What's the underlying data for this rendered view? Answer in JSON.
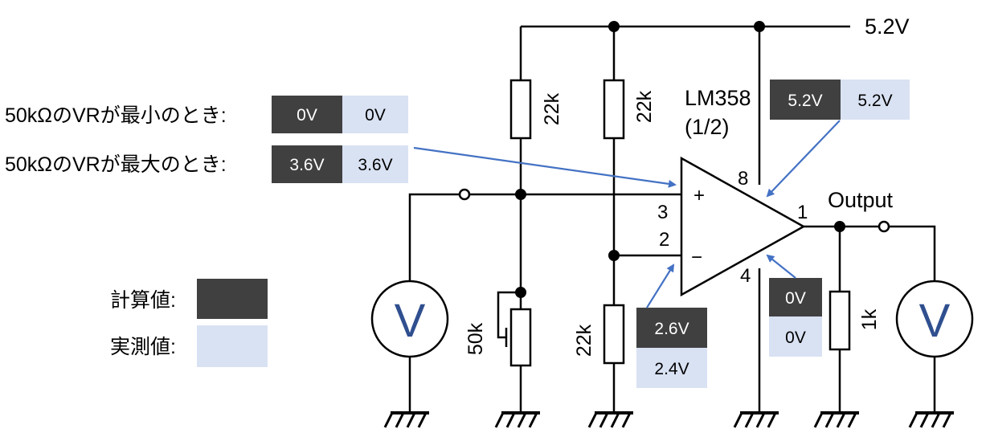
{
  "supply": {
    "label": "5.2V"
  },
  "opamp": {
    "name": "LM358",
    "unit": "(1/2)",
    "plus": "+",
    "minus": "−",
    "pins": {
      "p1": "1",
      "p2": "2",
      "p3": "3",
      "p4": "4",
      "p8": "8"
    }
  },
  "output": {
    "label": "Output"
  },
  "resistors": {
    "r1": "22k",
    "r2": "22k",
    "r3": "22k",
    "load": "1k",
    "vr": "50k"
  },
  "meters": {
    "left": "V",
    "right": "V"
  },
  "conditions": {
    "min": {
      "label": "50kΩのVRが最小のとき:",
      "calc": "0V",
      "meas": "0V"
    },
    "max": {
      "label": "50kΩのVRが最大のとき:",
      "calc": "3.6V",
      "meas": "3.6V"
    }
  },
  "pin8": {
    "calc": "5.2V",
    "meas": "5.2V"
  },
  "pin2": {
    "calc": "2.6V",
    "meas": "2.4V"
  },
  "pin4": {
    "calc": "0V",
    "meas": "0V"
  },
  "legend": {
    "calc": "計算値:",
    "meas": "実測値:"
  },
  "colors": {
    "calc": "#404040",
    "meas": "#d9e2f3",
    "arrow": "#4472c4"
  }
}
